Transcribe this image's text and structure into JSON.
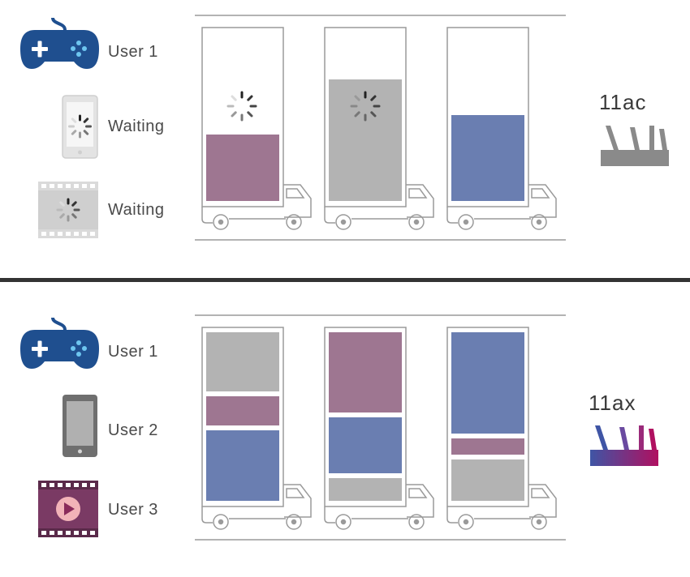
{
  "top": {
    "users": [
      {
        "label": "User 1",
        "icon": "gamepad-icon",
        "color": "#1f4f8f"
      },
      {
        "label": "Waiting",
        "icon": "phone-loading-icon",
        "color": "#d5d5d5"
      },
      {
        "label": "Waiting",
        "icon": "film-loading-icon",
        "color": "#d5d5d5"
      }
    ],
    "standard": "11ac",
    "router_color": "#8a8a8a"
  },
  "bottom": {
    "users": [
      {
        "label": "User 1",
        "icon": "gamepad-icon",
        "color": "#1f4f8f"
      },
      {
        "label": "User 2",
        "icon": "phone-icon",
        "color": "#6f6f6f"
      },
      {
        "label": "User 3",
        "icon": "video-icon",
        "color": "#5a2a4a"
      }
    ],
    "standard": "11ax",
    "router_gradient": [
      "#3f55a5",
      "#b01060"
    ]
  },
  "colors": {
    "purple": "#9e7691",
    "gray": "#b3b3b3",
    "blue": "#6a7eb1",
    "truck_stroke": "#9a9a9a"
  }
}
